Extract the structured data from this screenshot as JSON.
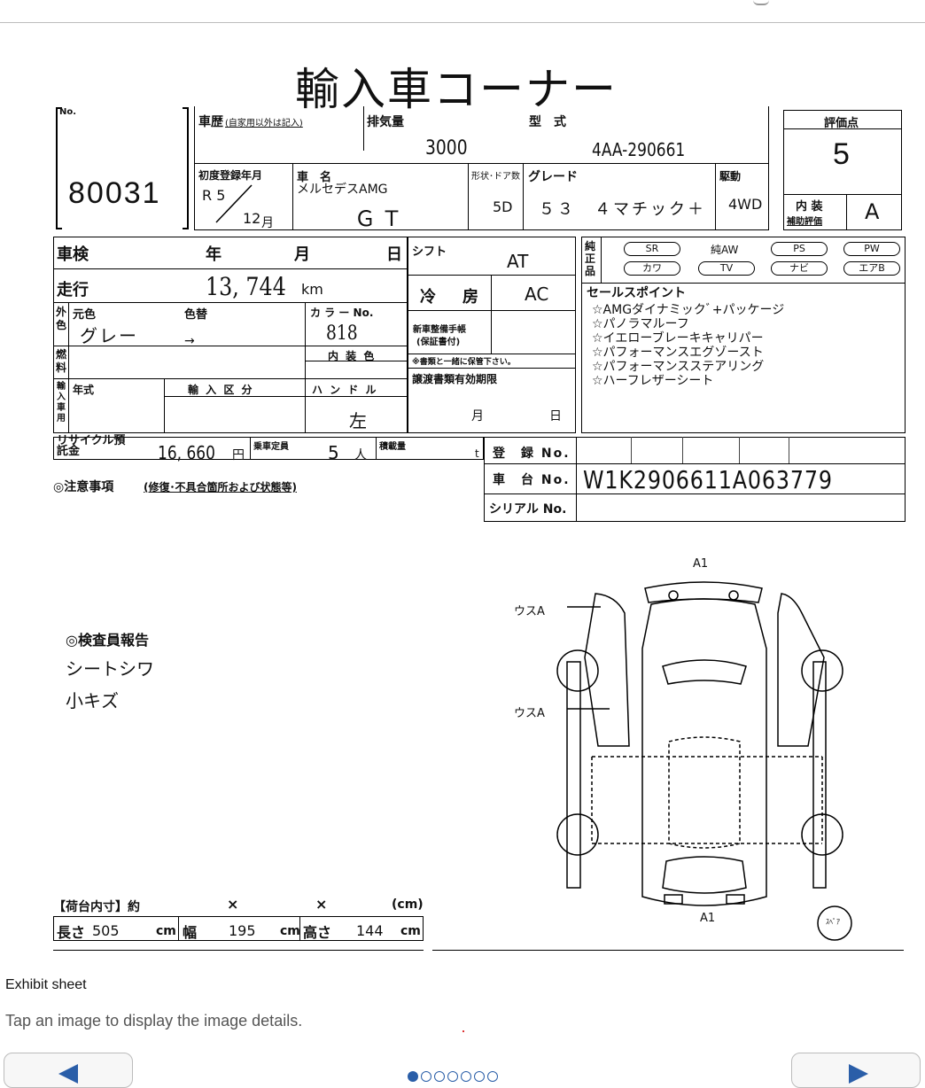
{
  "sheet": {
    "title": "輸入車コーナー",
    "lot": {
      "no_label": "No.",
      "value": "80031"
    },
    "history": {
      "label": "車歴",
      "note": "(自家用以外は記入)"
    },
    "displacement": {
      "label": "排気量",
      "value": "3000"
    },
    "model_code": {
      "label": "型　式",
      "value": "4AA-290661"
    },
    "score": {
      "label": "評価点",
      "value": "5"
    },
    "first_reg": {
      "label": "初度登録年月",
      "era": "R 5",
      "month": "12",
      "month_unit": "月"
    },
    "car_name": {
      "label": "車　名",
      "maker": "メルセデスAMG",
      "model": "ＧＴ"
    },
    "body": {
      "label": "形状･ドア数",
      "value": "5D"
    },
    "grade": {
      "label": "グレード",
      "value": "５３　４マチック＋"
    },
    "drive": {
      "label": "駆動",
      "value": "4WD"
    },
    "interior": {
      "label": "内 装",
      "sublabel": "補助評価",
      "value": "A"
    },
    "inspection": {
      "label": "車検",
      "year": "年",
      "month": "月",
      "day": "日"
    },
    "shift": {
      "label": "シフト",
      "value": "AT"
    },
    "mileage": {
      "label": "走行",
      "value": "13, 744",
      "unit": "km"
    },
    "ac": {
      "label": "冷　房",
      "value": "AC"
    },
    "color": {
      "side_label": "外色",
      "orig_label": "元色",
      "orig_value": "グレー",
      "repaint_label": "色替",
      "repaint_value": "→",
      "code_label": "カ ラ ー No.",
      "code_value": "818",
      "interior_color_label": "内 装 色"
    },
    "fuel": {
      "label": "燃料"
    },
    "import": {
      "side_label": "輸入車用",
      "year_label": "年式",
      "category_label": "輸 入 区 分",
      "handle_label": "ハ ン ド ル",
      "handle_value": "左"
    },
    "maintenance": {
      "label": "新車整備手帳",
      "sublabel": "(保証書付)",
      "note": "※書類と一緒に保管下さい。"
    },
    "transfer": {
      "label": "譲渡書類有効期限",
      "month": "月",
      "day": "日"
    },
    "equipment": {
      "side_label": "純正品",
      "row1": [
        "SR",
        "純AW",
        "PS",
        "PW"
      ],
      "row2": [
        "カワ",
        "TV",
        "ナビ",
        "エアB"
      ]
    },
    "sales_points": {
      "label": "セールスポイント",
      "items": [
        "☆AMGダイナミックﾞ+パッケージ",
        "☆パノラマルーフ",
        "☆イエローブレーキキャリパー",
        "☆パフォーマンスエグゾースト",
        "☆パフォーマンスステアリング",
        "☆ハーフレザーシート"
      ]
    },
    "recycle": {
      "label": "リサイクル預託金",
      "value": "16, 660",
      "unit": "円"
    },
    "capacity": {
      "label": "乗車定員",
      "value": "5",
      "unit": "人"
    },
    "load": {
      "label": "積載量",
      "unit": "t"
    },
    "notes_label": "◎注意事項",
    "notes_sub": "(修復･不具合箇所および状態等)",
    "registration": {
      "reg_label": "登　録 No.",
      "chassis_label": "車　台 No.",
      "chassis_value": "W1K2906611A063779",
      "serial_label": "シリアル No."
    },
    "inspector": {
      "label": "◎検査員報告",
      "lines": [
        "シートシワ",
        "小キズ"
      ]
    },
    "diagram": {
      "top": "A1",
      "bottom": "A1",
      "mark1": "ウスA",
      "mark2": "ウスA",
      "spare": "ｽﾍﾟｱ"
    },
    "cargo": {
      "label": "【荷台内寸】約",
      "x1": "×",
      "x2": "×",
      "unit_paren": "(cm)",
      "len_label": "長さ",
      "len_value": "505",
      "wid_label": "幅",
      "wid_value": "195",
      "hgt_label": "高さ",
      "hgt_value": "144",
      "unit": "cm"
    }
  },
  "footer": {
    "title": "Exhibit sheet",
    "subtitle": "Tap an image to display the image details."
  },
  "pager": {
    "count": 7,
    "active": 0
  }
}
